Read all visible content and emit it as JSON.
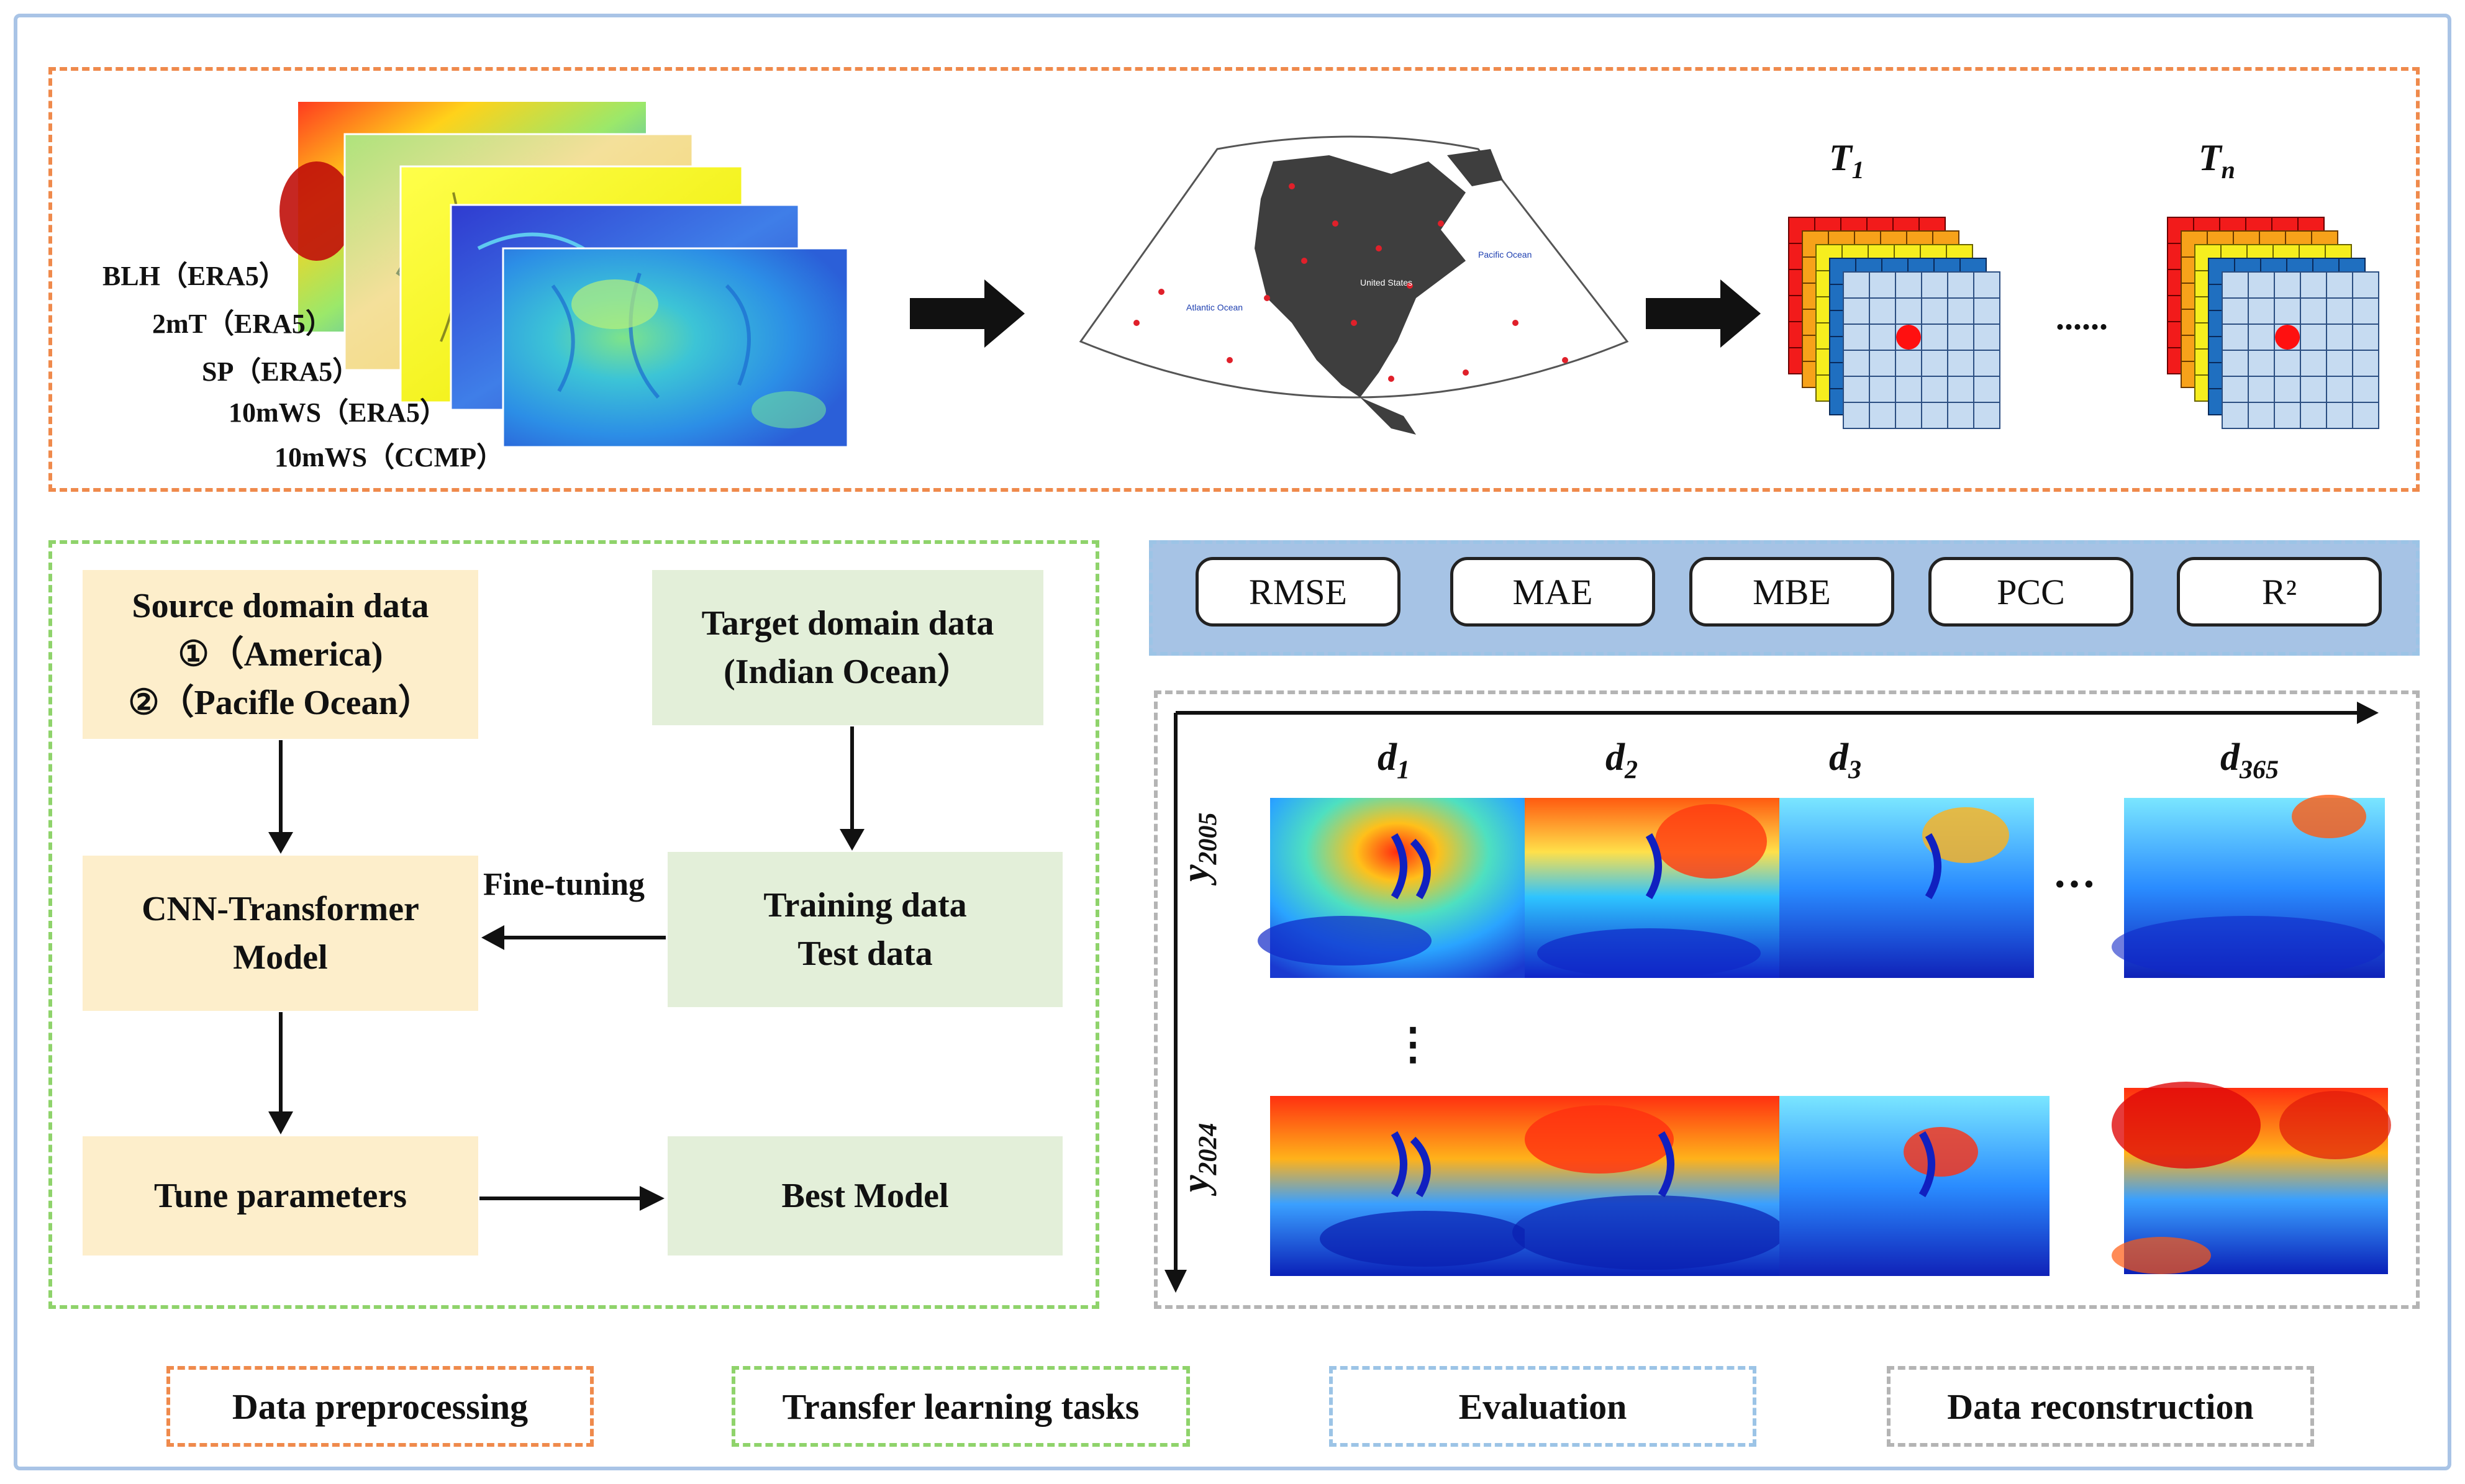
{
  "preprocessing": {
    "layer_labels": [
      "BLH（ERA5）",
      "2mT（ERA5）",
      "SP（ERA5）",
      "10mWS（ERA5）",
      "10mWS（CCMP）"
    ],
    "map_labels": [
      "Atlantic Ocean",
      "United States",
      "Pacific Ocean"
    ],
    "tensor_labels": [
      "T",
      "T"
    ],
    "tensor_subscripts": [
      "1",
      "n"
    ],
    "ellipsis": "......"
  },
  "transfer": {
    "source": [
      "Source domain data",
      "①（America)",
      "②（Pacifle Ocean）"
    ],
    "target": [
      "Target domain data",
      "(Indian Ocean）"
    ],
    "model": [
      "CNN-Transformer",
      "Model"
    ],
    "training": [
      "Training data",
      "Test data"
    ],
    "tune": "Tune parameters",
    "best": "Best Model",
    "finetune_label": "Fine-tuning"
  },
  "evaluation": {
    "metrics": [
      "RMSE",
      "MAE",
      "MBE",
      "PCC",
      "R²"
    ]
  },
  "reconstruction": {
    "day_label": "d",
    "day_subscripts": [
      "1",
      "2",
      "3",
      "365"
    ],
    "year_label": "y",
    "year_subscripts": [
      "2005",
      "2024"
    ],
    "h_ellipsis": "···",
    "v_ellipsis": "⋮"
  },
  "legend": [
    "Data preprocessing",
    "Transfer learning tasks",
    "Evaluation",
    "Data reconstruction"
  ],
  "colors": {
    "preprocessing": "#ef8a4c",
    "transfer": "#8fd36b",
    "evaluation": "#9cc4e6",
    "reconstruction": "#b4b4b4",
    "source_fill": "#fdeecb",
    "target_fill": "#e3efd9",
    "metric_band": "#a6c3e5"
  }
}
